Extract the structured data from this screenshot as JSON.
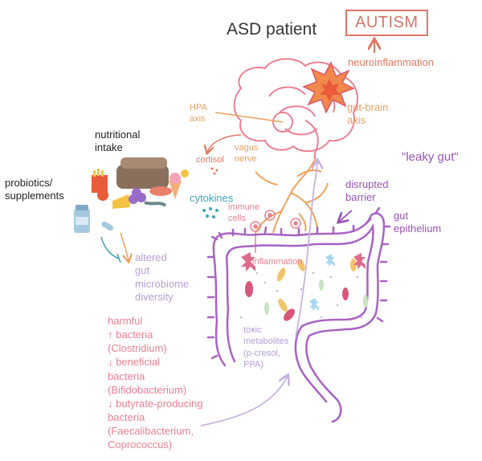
{
  "title": "ASD patient",
  "autism_box": "AUTISM",
  "labels": {
    "neuroinflammation": "neuroinflammation",
    "gut_brain_axis": [
      "gut-brain",
      "axis"
    ],
    "hpa_axis": [
      "HPA",
      "axis"
    ],
    "cortisol": "cortisol",
    "vagus_nerve": [
      "vagus",
      "nerve"
    ],
    "nutritional_intake": [
      "nutritional",
      "intake"
    ],
    "probiotics": [
      "probiotics/",
      "supplements"
    ],
    "cytokines": "cytokines",
    "immune_cells": [
      "immune",
      "cells"
    ],
    "leaky_gut": "\"leaky gut\"",
    "disrupted_barrier": [
      "disrupted",
      "barrier"
    ],
    "gut_epithelium": [
      "gut",
      "epithelium"
    ],
    "inflammation": "inflammation",
    "altered_microbiome": [
      "altered",
      "gut",
      "microbiome",
      "diversity"
    ],
    "toxic_metabolites": [
      "toxic",
      "metabolites",
      "(p-cresol,",
      "PPA)"
    ],
    "bacteria_changes": [
      "harmful",
      "↑ bacteria",
      "(Clostridium)",
      "↓ beneficial",
      "bacteria",
      "(Bifidobacterium)",
      "↓ butyrate-producing",
      "bacteria",
      "(Faecalibacterium,",
      "Coprococcus)"
    ]
  },
  "colors": {
    "brain": "#ec7f92",
    "nerve": "#f0a25a",
    "autism": "#d9766a",
    "gut": "#a862c4",
    "arrow_lavender": "#c7b2e0",
    "teal": "#3aa8b5"
  }
}
